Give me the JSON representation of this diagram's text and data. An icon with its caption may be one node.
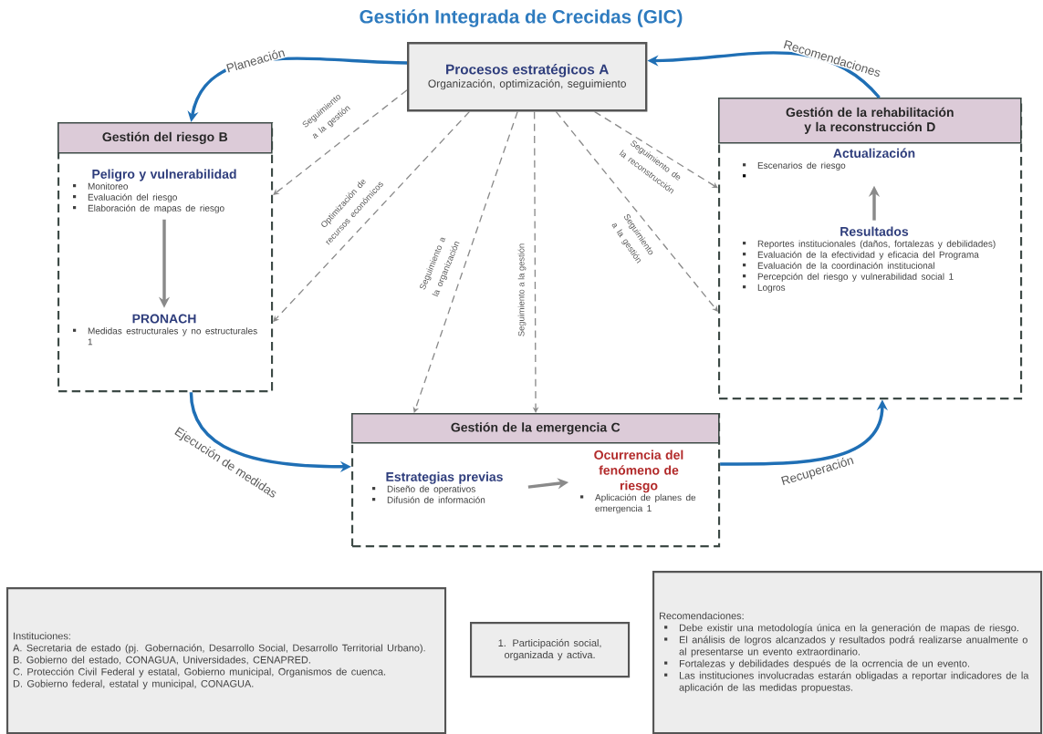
{
  "diagram": {
    "title": "Gestión Integrada de Crecidas (GIC)",
    "nodes": [
      {
        "text": [
          "Procesos estratégicos A",
          "Organización, optimización, seguimiento"
        ]
      },
      {
        "text": [
          "Gestión del riesgo B"
        ]
      },
      {
        "text": [
          "Peligro y vulnerabilidad",
          "Monitoreo",
          "Evaluación del riesgo",
          "Elaboración de mapas de riesgo"
        ],
        "in": 1
      },
      {
        "text": [
          "PRONACH",
          "Medidas estructurales y no estructurales 1"
        ],
        "in": 1
      },
      {
        "text": [
          "Gestión de la emergencia C"
        ]
      },
      {
        "text": [
          "Estrategias previas",
          "Diseño de operativos",
          "Difusión de información"
        ],
        "in": 4
      },
      {
        "text": [
          "Ocurrencia del fenómeno de riesgo",
          "Aplicación de planes de emergencia 1"
        ],
        "in": 4
      },
      {
        "text": [
          "Gestión de la rehabilitación y la reconstrucción D"
        ]
      },
      {
        "text": [
          "Actualización",
          "Escenarios de riesgo"
        ],
        "in": 7
      },
      {
        "text": [
          "Resultados",
          "Reportes institucionales (daños, fortalezas y debilidades)",
          "Evaluación de la efectividad y eficacia del Programa",
          "Evaluación de la coordinación institucional",
          "Percepción del riesgo y vulnerabilidad social 1",
          "Logros"
        ],
        "in": 7
      },
      {
        "text": [
          "Instituciones:",
          "A. Secretaria de estado (pj. Gobernación, Desarrollo Social, Desarrollo Territorial Urbano).",
          "B. Gobierno del estado, CONAGUA, Universidades, CENAPRED.",
          "C. Protección Civil Federal y estatal, Gobierno municipal, Organismos de cuenca.",
          "D. Gobierno federal, estatal y municipal, CONAGUA."
        ]
      },
      {
        "text": [
          "1. Participación social, organizada y activa."
        ]
      },
      {
        "text": [
          "Recomendaciones:",
          "Debe existir una metodología única en la generación de mapas de riesgo.",
          "El análisis de logros alcanzados y resultados podrá realizarse anualmente o al presentarse un evento extraordinario.",
          "Fortalezas y debilidades después de la ocrrencia de un evento.",
          "Las instituciones involucradas estarán obligadas a reportar indicadores de la aplicación de las medidas propuestas."
        ]
      }
    ],
    "edges": [
      {
        "from": 0,
        "to": 1,
        "arrow": "to",
        "label": "Planeación",
        "color": "#1f6fb5"
      },
      {
        "from": 7,
        "to": 0,
        "arrow": "to",
        "label": "Recomendaciones",
        "color": "#1f6fb5"
      },
      {
        "from": 1,
        "to": 4,
        "arrow": "to",
        "label": "Ejecución de medidas",
        "color": "#1f6fb5"
      },
      {
        "from": 4,
        "to": 7,
        "arrow": "to",
        "label": "Recuperación",
        "color": "#1f6fb5"
      },
      {
        "from": 0,
        "to": 1,
        "arrow": "to",
        "label": "Seguimiento a la gestión",
        "style": "dashed"
      },
      {
        "from": 0,
        "to": 1,
        "arrow": "to",
        "label": "Optimización de recursos económicos",
        "style": "dashed"
      },
      {
        "from": 0,
        "to": 4,
        "arrow": "to",
        "label": "Seguimiento a la organización",
        "style": "dashed"
      },
      {
        "from": 0,
        "to": 4,
        "arrow": "to",
        "label": "Seguimiento a la gestión",
        "style": "dashed"
      },
      {
        "from": 0,
        "to": 7,
        "arrow": "to",
        "label": "Seguimiento de la reconstrucción",
        "style": "dashed"
      },
      {
        "from": 0,
        "to": 7,
        "arrow": "to",
        "label": "Seguimiento a la gestión",
        "style": "dashed"
      },
      {
        "from": 2,
        "to": 3,
        "arrow": "to"
      },
      {
        "from": 5,
        "to": 6,
        "arrow": "to"
      },
      {
        "from": 9,
        "to": 8,
        "arrow": "to"
      }
    ]
  }
}
